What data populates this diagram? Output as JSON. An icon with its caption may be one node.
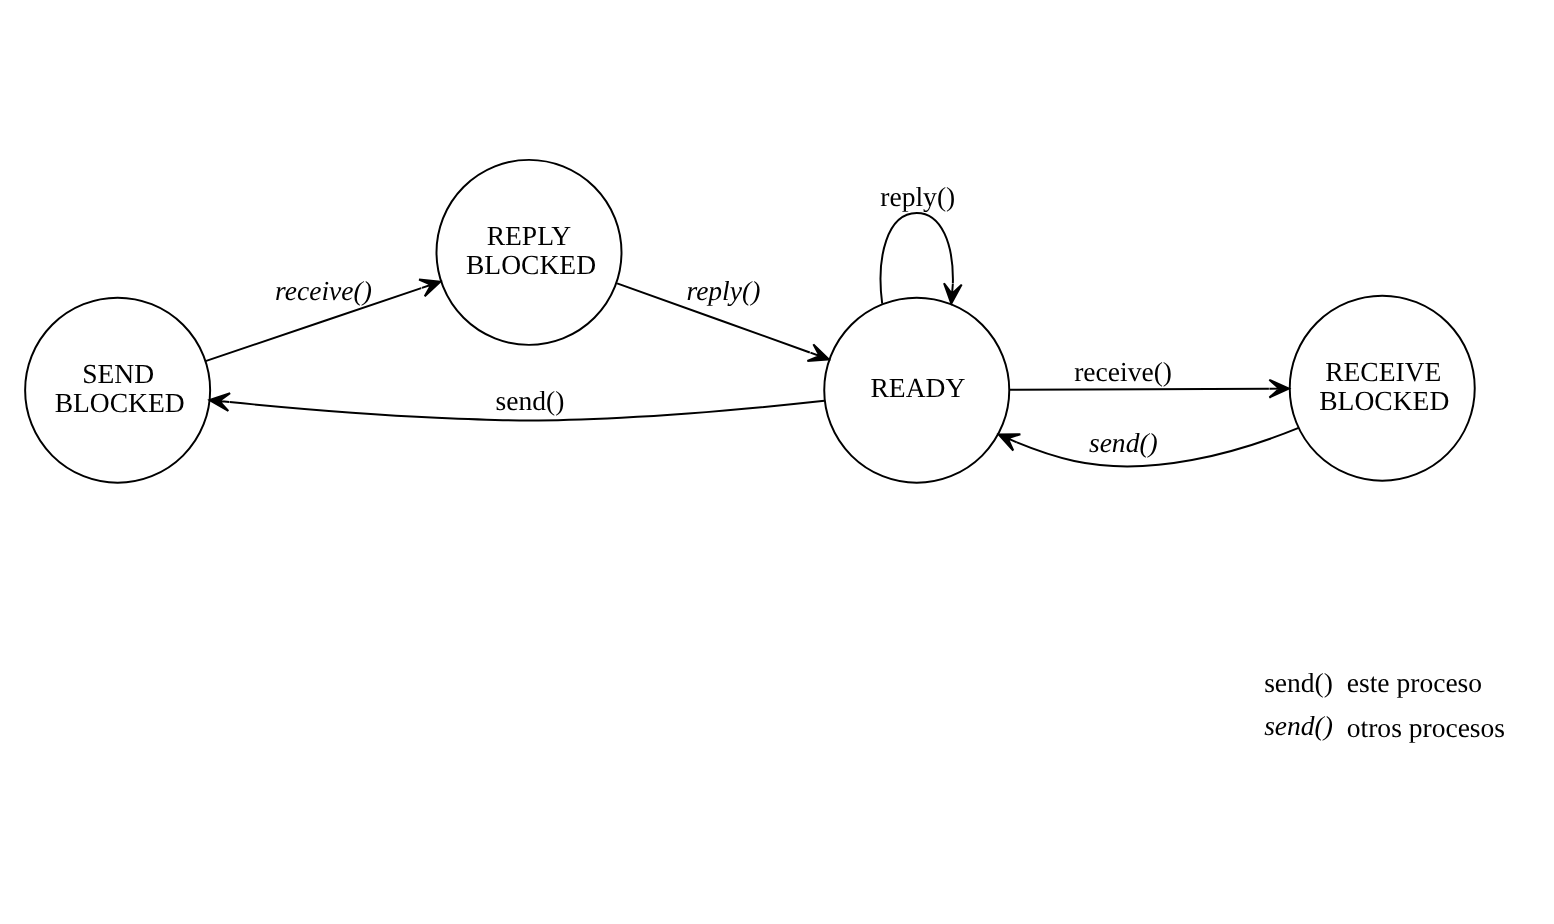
{
  "diagram": {
    "nodes": [
      {
        "text": [
          "SEND BLOCKED"
        ]
      },
      {
        "text": [
          "RECEIVE BLOCKED"
        ]
      },
      {
        "text": [
          "READY"
        ]
      },
      {
        "text": [
          "REPLY BLOCKED"
        ]
      }
    ],
    "edges": [
      {
        "from": 2,
        "to": 2,
        "arrow": "to",
        "label": "reply()"
      },
      {
        "from": 1,
        "to": 2,
        "arrow": "to",
        "label": "send()"
      },
      {
        "from": 2,
        "to": 1,
        "arrow": "to",
        "label": "receive()"
      },
      {
        "from": 2,
        "to": 0,
        "arrow": "to",
        "label": "send()"
      },
      {
        "from": 0,
        "to": 3,
        "arrow": "to",
        "label": "receive()"
      },
      {
        "from": 3,
        "to": 2,
        "arrow": "to",
        "label": "reply()"
      }
    ],
    "labels": [
      "send()",
      "este proceso",
      "send()",
      "otros procesos"
    ]
  }
}
